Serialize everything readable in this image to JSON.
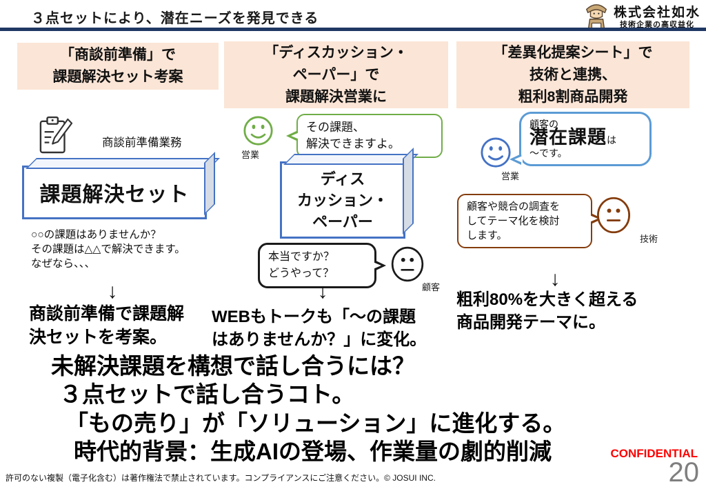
{
  "title": "３点セットにより、潜在ニーズを発見できる",
  "logo": {
    "company": "株式会社如水",
    "tagline": "技術企業の高収益化",
    "mascot": "josui-mascot-icon"
  },
  "col1": {
    "header": "「商談前準備」で\n課題解決セット考案",
    "icon": "clipboard-pencil-icon",
    "icon_label": "商談前準備業務",
    "box_label": "課題解決セット",
    "script_text": "○○の課題はありませんか？\nその課題は△△で解決できます。\nなぜなら、、、",
    "arrow": "↓",
    "result": "商談前準備で課題解\n決セットを考案。"
  },
  "col2": {
    "header": "「ディスカッション・\nペーパー」で\n課題解決営業に",
    "sales_label": "営業",
    "sales_bubble": "その課題、\n解決できますよ。",
    "box_label": "ディス\nカッション・\nペーパー",
    "customer_bubble": "本当ですか？\nどうやって？",
    "customer_label": "顧客",
    "arrow": "↓",
    "result": "WEBもトークも「〜の課題\nはありませんか？」に変化。"
  },
  "col3": {
    "header": "「差異化提案シート」で\n技術と連携、\n粗利8割商品開発",
    "sales_label": "営業",
    "bubble_small_top": "顧客の",
    "bubble_big": "潜在課題",
    "bubble_suffix": "は",
    "bubble_small_bottom": "～です。",
    "tech_bubble": "顧客や競合の調査を\nしてテーマ化を検討\nします。",
    "tech_label": "技術",
    "arrow": "↓",
    "result": "粗利80%を大きく超える\n商品開発テーマに。"
  },
  "summary": {
    "lines": [
      "未解決課題を構想で話し合うには？",
      "３点セットで話し合うコト。",
      "「もの売り」が「ソリューション」に進化する。",
      "時代的背景：生成AIの登場、作業量の劇的削減"
    ]
  },
  "footer": {
    "confidential": "CONFIDENTIAL",
    "copyright": "許可のない複製（電子化含む）は著作権法で禁止されています。コンプライアンスにご注意ください。© JOSUI INC.",
    "page_number": "20"
  },
  "colors": {
    "header_bg": "#FBE5D6",
    "accent_blue": "#4472C4",
    "bubble_blue": "#5B9BD5",
    "green": "#70AD47",
    "brown": "#843C0C",
    "navy_rule": "#1F3864",
    "confidential_red": "#FF0000",
    "page_gray": "#7F7F7F"
  }
}
